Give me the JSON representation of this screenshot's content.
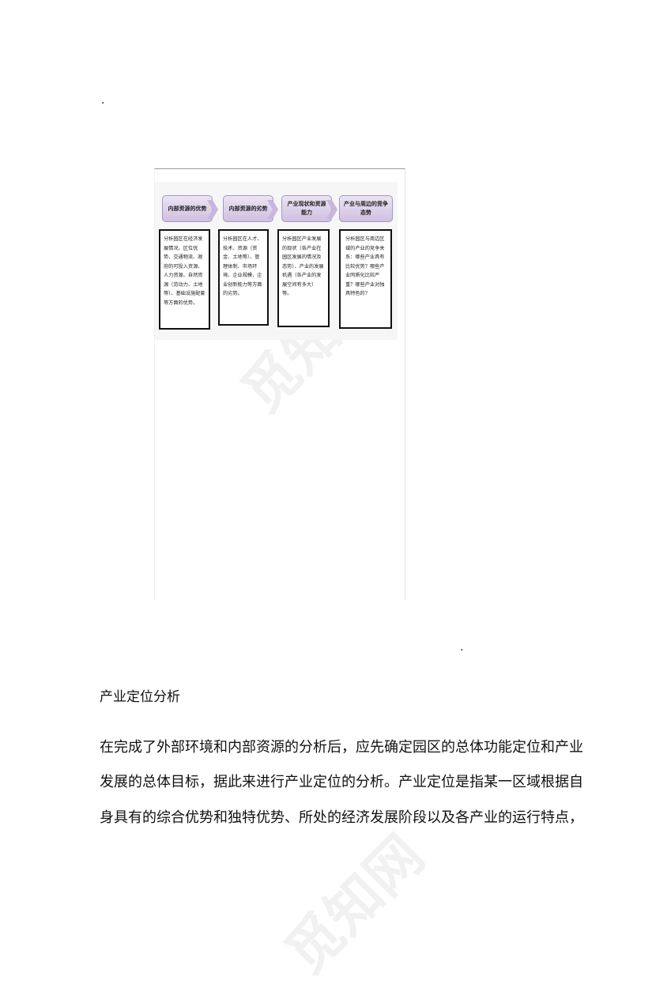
{
  "page": {
    "dot_top": ".",
    "dot_mid": "."
  },
  "diagram": {
    "steps": [
      {
        "title": "内部资源的优势",
        "body": "分析园区在经济发展情况、区位优势、交通物流、政府的可投入资源、人力资源、自然资源（劳动力、土地等）、基础设施配套等方面的优势。"
      },
      {
        "title": "内部资源的劣势",
        "body": "分析园区在人才、技术、资源（资金、土地等）、管理体制、市场环境、企业规模、企业创新能力等方面的劣势。"
      },
      {
        "title": "产业现状和资源能力",
        "body": "分析园区产业发展的现状（各产业在园区发展的情况及态势）、产业的发展机遇（各产业的发展空间有多大）等。"
      },
      {
        "title": "产业与周边的竞争态势",
        "body": "分析园区与周边区域的产业的竞争关系：哪些产业具有比较优势？哪些产业同质化比较严重？哪些产业对独具特色的？"
      }
    ],
    "accent": "#cfc0e0"
  },
  "section": {
    "heading": "产业定位分析",
    "lines": [
      "在完成了外部环境和内部资源的分析后，应先确定园区的总体功能定位和产业",
      "发展的总体目标，据此来进行产业定位的分析。产业定位是指某一区域根据自",
      "身具有的综合优势和独特优势、所处的经济发展阶段以及各产业的运行特点，"
    ]
  },
  "watermark": {
    "text": "觅知网",
    "icon": "watermark-logo"
  }
}
